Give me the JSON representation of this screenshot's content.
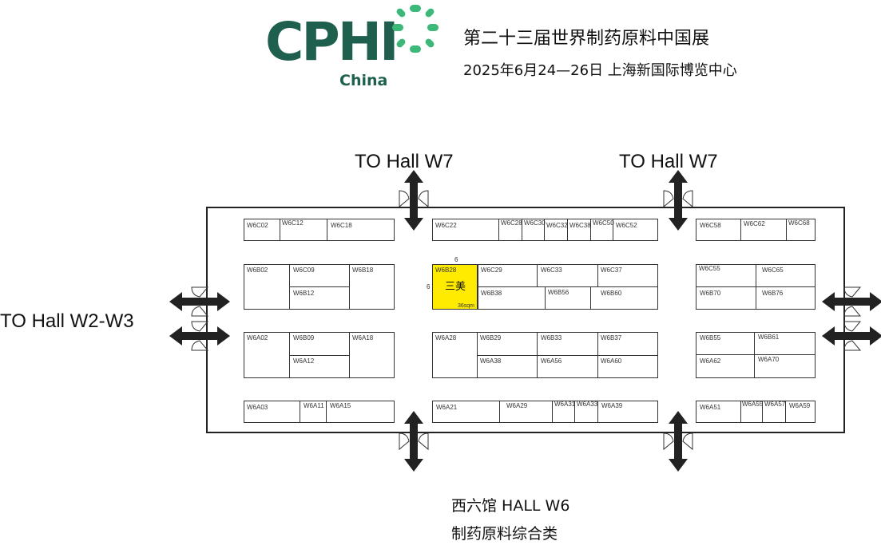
{
  "logo": {
    "main": "CPHI",
    "sub": "China"
  },
  "event": {
    "title": "第二十三届世界制药原料中国展",
    "date_venue": "2025年6月24—26日 上海新国际博览中心"
  },
  "directions": {
    "top_left": "TO Hall W7",
    "top_right": "TO Hall W7",
    "left": "TO Hall W2-W3"
  },
  "highlight": {
    "booth": "W6B28",
    "company": "三美",
    "area": "36sqm",
    "dim_w": "6",
    "dim_h": "6"
  },
  "booths": {
    "W6C02": "W6C02",
    "W6C12": "W6C12",
    "W6C18": "W6C18",
    "W6C22": "W6C22",
    "W6C28": "W6C28",
    "W6C30": "W6C30",
    "W6C32": "W6C32",
    "W6C38": "W6C38",
    "W6C50": "W6C50",
    "W6C52": "W6C52",
    "W6C58": "W6C58",
    "W6C62": "W6C62",
    "W6C68": "W6C68",
    "W6B02": "W6B02",
    "W6C09": "W6C09",
    "W6B18": "W6B18",
    "W6B12": "W6B12",
    "W6C29": "W6C29",
    "W6C33": "W6C33",
    "W6C37": "W6C37",
    "W6B38": "W6B38",
    "W6B56": "W6B56",
    "W6B60": "W6B60",
    "W6C55": "W6C55",
    "W6C65": "W6C65",
    "W6B70": "W6B70",
    "W6B76": "W6B76",
    "W6A02": "W6A02",
    "W6B09": "W6B09",
    "W6A18": "W6A18",
    "W6A12": "W6A12",
    "W6A28": "W6A28",
    "W6B29": "W6B29",
    "W6B33": "W6B33",
    "W6B37": "W6B37",
    "W6A38": "W6A38",
    "W6A56": "W6A56",
    "W6A60": "W6A60",
    "W6B55": "W6B55",
    "W6B61": "W6B61",
    "W6A62": "W6A62",
    "W6A70": "W6A70",
    "W6A03": "W6A03",
    "W6A11": "W6A11",
    "W6A15": "W6A15",
    "W6A21": "W6A21",
    "W6A29": "W6A29",
    "W6A31": "W6A31",
    "W6A33": "W6A33",
    "W6A39": "W6A39",
    "W6A51": "W6A51",
    "W6A55": "W6A55",
    "W6A57": "W6A57",
    "W6A59": "W6A59"
  },
  "footer": {
    "hall": "西六馆 HALL W6",
    "category": "制药原料综合类"
  },
  "colors": {
    "brand": "#1f5f4d",
    "accent_dots": "#3cb878",
    "highlight": "#ffeb00"
  }
}
